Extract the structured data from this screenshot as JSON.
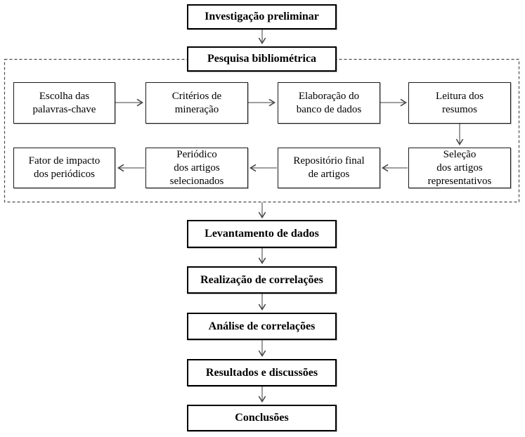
{
  "colors": {
    "background": "#ffffff",
    "box_fill": "#ffffff",
    "box_border": "#000000",
    "text": "#000000",
    "arrow": "#666666",
    "arrowhead": "#444444",
    "dashed_group_border": "#4a4a4a"
  },
  "nodes": [
    {
      "id": "investigacao-preliminar",
      "label": "Investigação preliminar",
      "bold": true,
      "in_dashed_group": false
    },
    {
      "id": "pesquisa-bibliometrica",
      "label": "Pesquisa bibliométrica",
      "bold": true,
      "in_dashed_group": true
    },
    {
      "id": "escolha-palavras-chave",
      "label": "Escolha das\npalavras-chave",
      "bold": false,
      "in_dashed_group": true
    },
    {
      "id": "criterios-mineracao",
      "label": "Critérios de\nmineração",
      "bold": false,
      "in_dashed_group": true
    },
    {
      "id": "elaboracao-banco-dados",
      "label": "Elaboração do\nbanco de dados",
      "bold": false,
      "in_dashed_group": true
    },
    {
      "id": "leitura-resumos",
      "label": "Leitura dos\nresumos",
      "bold": false,
      "in_dashed_group": true
    },
    {
      "id": "selecao-artigos-representativos",
      "label": "Seleção\ndos artigos\nrepresentativos",
      "bold": false,
      "in_dashed_group": true
    },
    {
      "id": "repositorio-final-artigos",
      "label": "Repositório final\nde artigos",
      "bold": false,
      "in_dashed_group": true
    },
    {
      "id": "periodico-artigos-selecionados",
      "label": "Periódico\ndos artigos\nselecionados",
      "bold": false,
      "in_dashed_group": true
    },
    {
      "id": "fator-impacto-periodicos",
      "label": "Fator de impacto\ndos periódicos",
      "bold": false,
      "in_dashed_group": true
    },
    {
      "id": "levantamento-dados",
      "label": "Levantamento de dados",
      "bold": true,
      "in_dashed_group": false
    },
    {
      "id": "realizacao-correlacoes",
      "label": "Realização de correlações",
      "bold": true,
      "in_dashed_group": false
    },
    {
      "id": "analise-correlacoes",
      "label": "Análise de correlações",
      "bold": true,
      "in_dashed_group": false
    },
    {
      "id": "resultados-discussoes",
      "label": "Resultados e discussões",
      "bold": true,
      "in_dashed_group": false
    },
    {
      "id": "conclusoes",
      "label": "Conclusões",
      "bold": true,
      "in_dashed_group": false
    }
  ],
  "edges": [
    {
      "from": "investigacao-preliminar",
      "to": "pesquisa-bibliometrica",
      "direction": "down"
    },
    {
      "from": "escolha-palavras-chave",
      "to": "criterios-mineracao",
      "direction": "right"
    },
    {
      "from": "criterios-mineracao",
      "to": "elaboracao-banco-dados",
      "direction": "right"
    },
    {
      "from": "elaboracao-banco-dados",
      "to": "leitura-resumos",
      "direction": "right"
    },
    {
      "from": "leitura-resumos",
      "to": "selecao-artigos-representativos",
      "direction": "down"
    },
    {
      "from": "selecao-artigos-representativos",
      "to": "repositorio-final-artigos",
      "direction": "left"
    },
    {
      "from": "repositorio-final-artigos",
      "to": "periodico-artigos-selecionados",
      "direction": "left"
    },
    {
      "from": "periodico-artigos-selecionados",
      "to": "fator-impacto-periodicos",
      "direction": "left"
    },
    {
      "from": "dashed-group",
      "to": "levantamento-dados",
      "direction": "down"
    },
    {
      "from": "levantamento-dados",
      "to": "realizacao-correlacoes",
      "direction": "down"
    },
    {
      "from": "realizacao-correlacoes",
      "to": "analise-correlacoes",
      "direction": "down"
    },
    {
      "from": "analise-correlacoes",
      "to": "resultados-discussoes",
      "direction": "down"
    },
    {
      "from": "resultados-discussoes",
      "to": "conclusoes",
      "direction": "down"
    }
  ],
  "dashed_group": {
    "style": "dashed-rectangle",
    "contains": [
      "pesquisa-bibliometrica",
      "escolha-palavras-chave",
      "criterios-mineracao",
      "elaboracao-banco-dados",
      "leitura-resumos",
      "selecao-artigos-representativos",
      "repositorio-final-artigos",
      "periodico-artigos-selecionados",
      "fator-impacto-periodicos"
    ]
  }
}
